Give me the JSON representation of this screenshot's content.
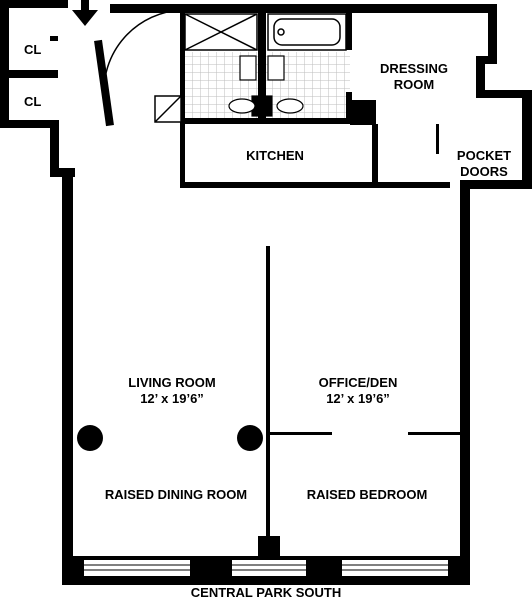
{
  "rooms": {
    "closet_upper": "CL",
    "closet_lower": "CL",
    "dressing_room_line1": "DRESSING",
    "dressing_room_line2": "ROOM",
    "kitchen": "KITCHEN",
    "pocket_doors_line1": "POCKET",
    "pocket_doors_line2": "DOORS",
    "living_room": "LIVING ROOM",
    "living_room_dims": "12’ x 19’6”",
    "office_den": "OFFICE/DEN",
    "office_den_dims": "12’ x 19’6”",
    "raised_dining_room": "RAISED DINING ROOM",
    "raised_bedroom": "RAISED BEDROOM"
  },
  "street_label": "CENTRAL PARK SOUTH",
  "colors": {
    "wall": "#000000",
    "background": "#ffffff",
    "tile": "#d9d9d9"
  },
  "icons": {
    "entry": "arrow-down-icon"
  }
}
